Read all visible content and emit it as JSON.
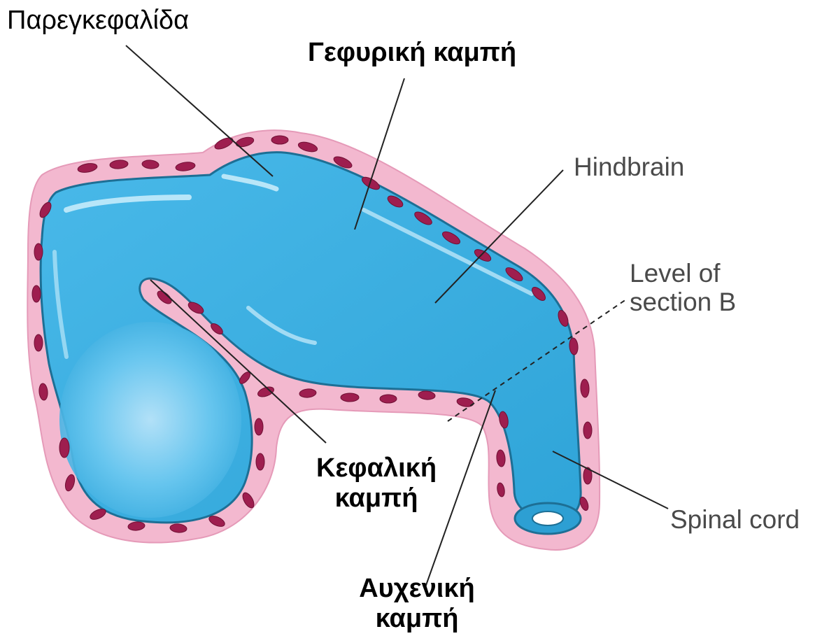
{
  "labels": {
    "parenkephalis": "Παρεγκεφαλίδα",
    "pontine_flexure": "Γεφυρική καμπή",
    "hindbrain": "Hindbrain",
    "level_line1": "Level of",
    "level_line2": "section B",
    "cephalic_line1": "Κεφαλική",
    "cephalic_line2": "καμπή",
    "cervical_line1": "Αυχενική",
    "cervical_line2": "καμπή",
    "spinal_cord": "Spinal cord"
  },
  "colors": {
    "tube_fill": "#3fb4e6",
    "tube_outline": "#1d6f95",
    "tissue_fill": "#f3b8cf",
    "cell_color": "#9e1e4f",
    "leader_line": "#222222",
    "label_gray": "#4a4a4a"
  }
}
